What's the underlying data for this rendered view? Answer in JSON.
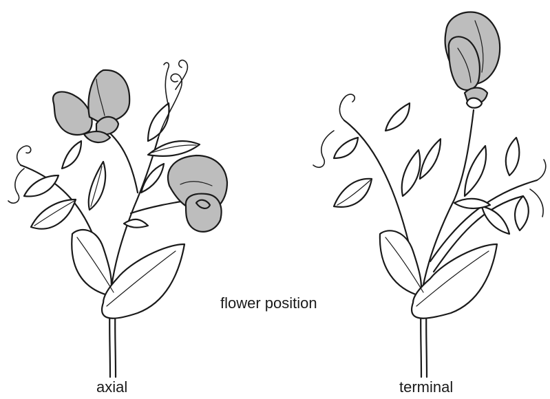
{
  "title": "flower position",
  "plants": [
    {
      "label": "axial",
      "flower_position": "axial"
    },
    {
      "label": "terminal",
      "flower_position": "terminal"
    }
  ],
  "colors": {
    "flower_fill": "#bdbdbd",
    "outline": "#1a1a1a",
    "background": "#ffffff"
  }
}
